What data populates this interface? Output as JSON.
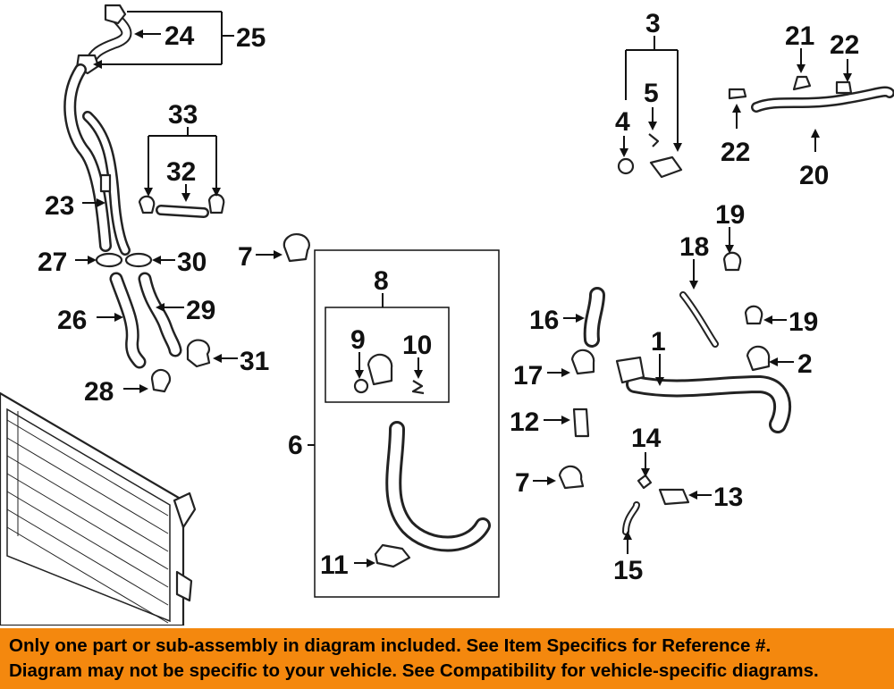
{
  "callouts": {
    "c1": "1",
    "c2": "2",
    "c3": "3",
    "c4": "4",
    "c5": "5",
    "c6": "6",
    "c7a": "7",
    "c7b": "7",
    "c8": "8",
    "c9": "9",
    "c10": "10",
    "c11": "11",
    "c12": "12",
    "c13": "13",
    "c14": "14",
    "c15": "15",
    "c16": "16",
    "c17": "17",
    "c18": "18",
    "c19a": "19",
    "c19b": "19",
    "c20": "20",
    "c21": "21",
    "c22a": "22",
    "c22b": "22",
    "c23": "23",
    "c24": "24",
    "c25": "25",
    "c26": "26",
    "c27": "27",
    "c28": "28",
    "c29": "29",
    "c30": "30",
    "c31": "31",
    "c32": "32",
    "c33": "33"
  },
  "banner": {
    "line1": "Only one part or sub-assembly in diagram included. See Item Specifics for Reference #.",
    "line2": "Diagram may not be specific to your vehicle. See Compatibility for vehicle-specific diagrams."
  },
  "colors": {
    "banner_bg": "#f4880e",
    "ink": "#111111"
  }
}
